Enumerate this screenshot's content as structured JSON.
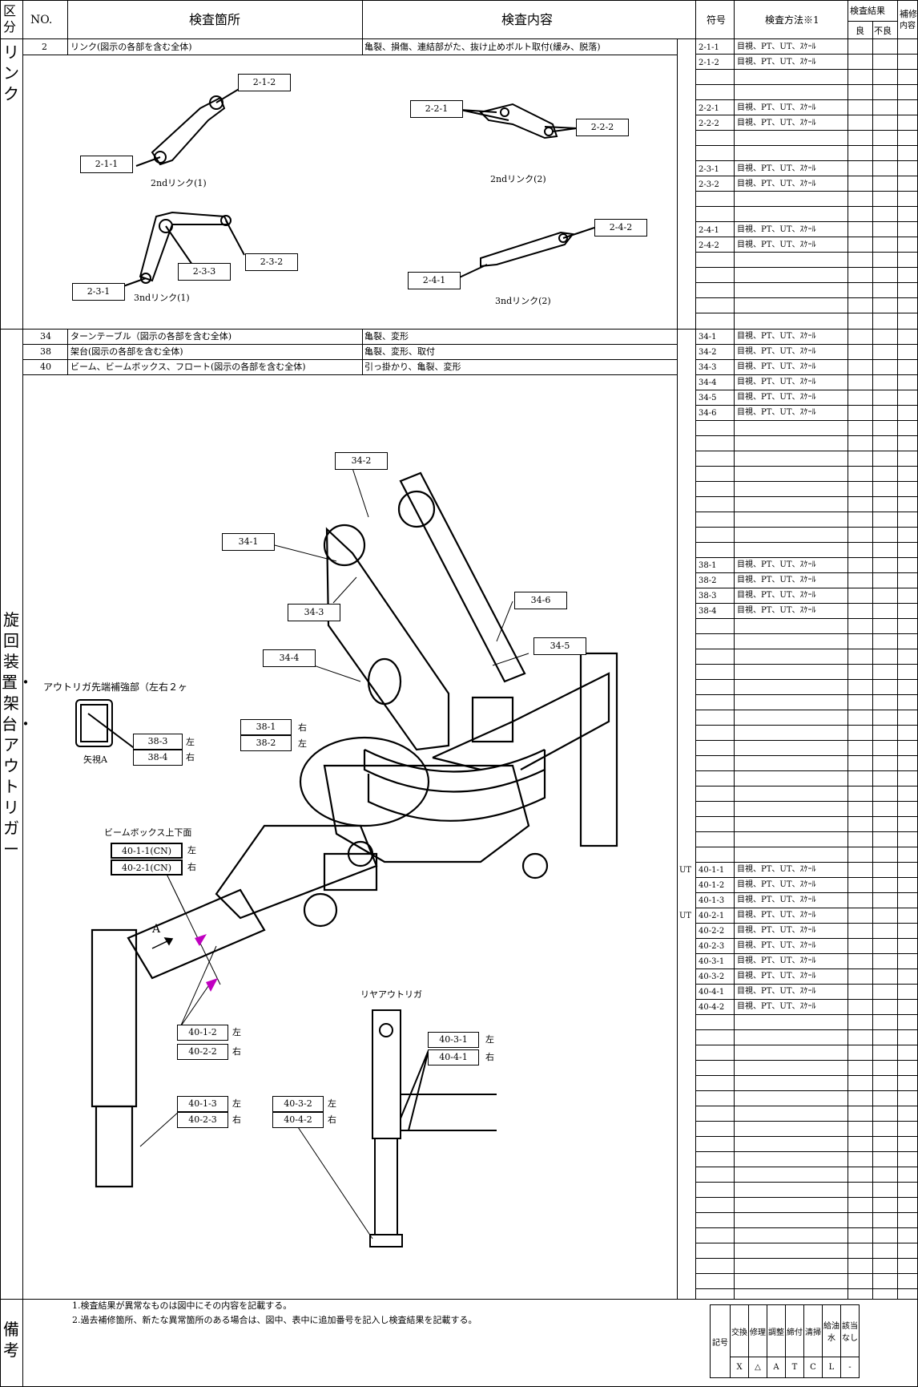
{
  "header": {
    "kubun": "区分",
    "no": "NO.",
    "location": "検査箇所",
    "content": "検査内容",
    "code": "符号",
    "method": "検査方法※1",
    "result": "検査結果",
    "good": "良",
    "bad": "不良",
    "repair": "補修",
    "repair2": "内容"
  },
  "sections": {
    "link": {
      "label": "リンク"
    },
    "swivel": {
      "label": "旋回装置・架台・アウトリガー"
    },
    "remarks": {
      "label": "備考"
    }
  },
  "link_items": [
    {
      "no": "2",
      "location": "リンク(図示の各部を含む全体)",
      "content": "亀裂、損傷、連結部がた、抜け止めボルト取付(緩み、脱落)"
    }
  ],
  "swivel_items": [
    {
      "no": "34",
      "location": "ターンテーブル（図示の各部を含む全体)",
      "content": "亀裂、変形"
    },
    {
      "no": "38",
      "location": "架台(図示の各部を含む全体)",
      "content": "亀裂、変形、取付"
    },
    {
      "no": "40",
      "location": "ビーム、ビームボックス、フロート(図示の各部を含む全体)",
      "content": "引っ掛かり、亀裂、変形"
    }
  ],
  "method_text": "目視、PT、UT、ｽｹｰﾙ",
  "link_codes": [
    "2-1-1",
    "2-1-2",
    "",
    "",
    "2-2-1",
    "2-2-2",
    "",
    "",
    "2-3-1",
    "2-3-2",
    "",
    "",
    "2-4-1",
    "2-4-2"
  ],
  "swivel_codes_34": [
    "34-1",
    "34-2",
    "34-3",
    "34-4",
    "34-5",
    "34-6"
  ],
  "swivel_codes_38": [
    "38-1",
    "38-2",
    "38-3",
    "38-4"
  ],
  "swivel_codes_40": [
    {
      "code": "40-1-1",
      "ut": "UT"
    },
    {
      "code": "40-1-2",
      "ut": ""
    },
    {
      "code": "40-1-3",
      "ut": ""
    },
    {
      "code": "40-2-1",
      "ut": "UT"
    },
    {
      "code": "40-2-2",
      "ut": ""
    },
    {
      "code": "40-2-3",
      "ut": ""
    },
    {
      "code": "40-3-1",
      "ut": ""
    },
    {
      "code": "40-3-2",
      "ut": ""
    },
    {
      "code": "40-4-1",
      "ut": ""
    },
    {
      "code": "40-4-2",
      "ut": ""
    }
  ],
  "link_drawing": {
    "labels": [
      "2-1-2",
      "2-1-1",
      "2-2-1",
      "2-2-2",
      "2-4-2",
      "2-3-3",
      "2-3-2",
      "2-3-1",
      "2-4-1"
    ],
    "captions": [
      "2ndリンク(1)",
      "2ndリンク(2)",
      "3ndリンク(1)",
      "3ndリンク(2)"
    ]
  },
  "swivel_drawing": {
    "labels": [
      "34-2",
      "34-1",
      "34-6",
      "34-3",
      "34-5",
      "34-4"
    ],
    "outrigger_note": "アウトリガ先端補強部（左右２ヶ",
    "view_a": "矢視A",
    "beambox_note": "ビームボックス上下面",
    "rear_outrigger": "リヤアウトリガ",
    "arrow_a": "A",
    "left": "左",
    "right": "右",
    "pairs": [
      {
        "l": "38-3",
        "r": "38-4"
      },
      {
        "l": "38-1",
        "r": "38-2"
      },
      {
        "l": "40-1-1(CN)",
        "r": "40-2-1(CN)"
      },
      {
        "l": "40-1-2",
        "r": "40-2-2"
      },
      {
        "l": "40-1-3",
        "r": "40-2-3"
      },
      {
        "l": "40-3-2",
        "r": "40-4-2"
      },
      {
        "l": "40-3-1",
        "r": "40-4-1"
      }
    ]
  },
  "remarks": [
    "1.検査結果が異常なものは図中にその内容を記載する。",
    "2.過去補修箇所、新たな異常箇所のある場合は、図中、表中に追加番号を記入し検査結果を記載する。"
  ],
  "legend": {
    "title": "記号",
    "heads": [
      "交換",
      "修理",
      "調整",
      "締付",
      "清掃",
      "給油水",
      "該当なし"
    ],
    "marks": [
      "X",
      "△",
      "A",
      "T",
      "C",
      "L",
      "-"
    ]
  }
}
